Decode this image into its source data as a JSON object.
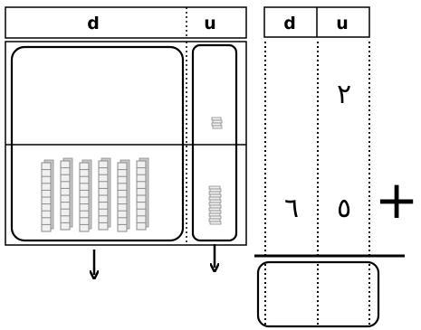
{
  "left_panel": {
    "header_tens": "d",
    "header_units": "u",
    "rows": [
      {
        "name": "first-addend",
        "tens_blocks": 0,
        "unit_cubes": 2
      },
      {
        "name": "second-addend",
        "tens_blocks": 6,
        "unit_cubes": 5
      }
    ]
  },
  "right_panel": {
    "header_tens": "d",
    "header_units": "u",
    "row1": {
      "tens": "",
      "units": "٢"
    },
    "row2": {
      "tens": "٦",
      "units": "٥"
    },
    "operator": "+",
    "result": {
      "tens": "",
      "units": ""
    }
  },
  "colors": {
    "ink": "#000000",
    "block_light": "#f0f0f0",
    "block_dark": "#8a8a8a"
  }
}
